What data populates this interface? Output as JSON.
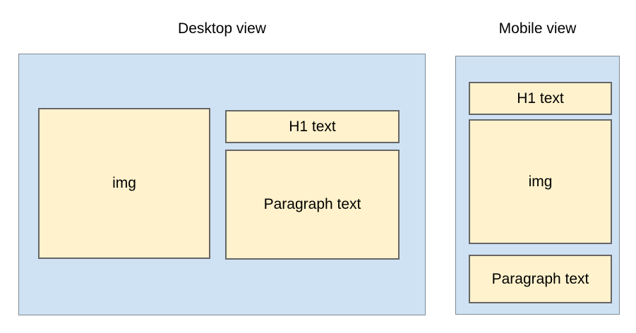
{
  "colors": {
    "background": "#ffffff",
    "panel_fill": "#cfe2f3",
    "panel_border": "#7f8a93",
    "box_fill": "#fff2cc",
    "box_border": "#666666",
    "text": "#000000"
  },
  "desktop": {
    "title": "Desktop view",
    "img_label": "img",
    "h1_label": "H1 text",
    "paragraph_label": "Paragraph text"
  },
  "mobile": {
    "title": "Mobile view",
    "h1_label": "H1 text",
    "img_label": "img",
    "paragraph_label": "Paragraph text"
  }
}
